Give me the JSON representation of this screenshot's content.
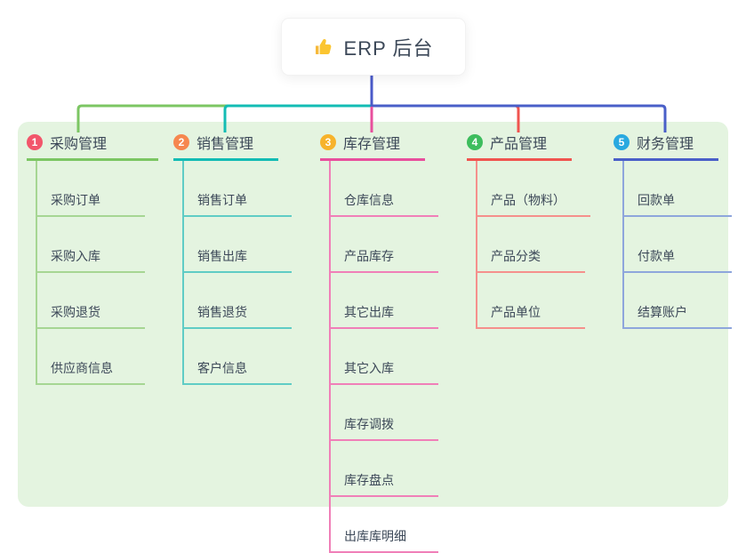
{
  "root": {
    "title": "ERP 后台",
    "icon": "thumbs-up-icon"
  },
  "branches": [
    {
      "badge": "1",
      "label": "采购管理",
      "badge_color": "#f2566b",
      "line_color": "#7cc663",
      "child_line_color": "#a6d693",
      "children": [
        "采购订单",
        "采购入库",
        "采购退货",
        "供应商信息"
      ]
    },
    {
      "badge": "2",
      "label": "销售管理",
      "badge_color": "#f6874f",
      "line_color": "#13bcb4",
      "child_line_color": "#5fccc5",
      "children": [
        "销售订单",
        "销售出库",
        "销售退货",
        "客户信息"
      ]
    },
    {
      "badge": "3",
      "label": "库存管理",
      "badge_color": "#f7b32b",
      "line_color": "#e84f9d",
      "child_line_color": "#f07fb8",
      "children": [
        "仓库信息",
        "产品库存",
        "其它出库",
        "其它入库",
        "库存调拨",
        "库存盘点",
        "出库库明细"
      ]
    },
    {
      "badge": "4",
      "label": "产品管理",
      "badge_color": "#3dbd5d",
      "line_color": "#f0544f",
      "child_line_color": "#f5908c",
      "children": [
        "产品（物料）",
        "产品分类",
        "产品单位"
      ]
    },
    {
      "badge": "5",
      "label": "财务管理",
      "badge_color": "#29a9e0",
      "line_color": "#4a5fc8",
      "child_line_color": "#8ea6dc",
      "children": [
        "回款单",
        "付款单",
        "结算账户"
      ]
    }
  ],
  "colors": {
    "panel_bg": "#e4f4e0",
    "stem": "#4a5ac9",
    "text": "#3c4858"
  }
}
